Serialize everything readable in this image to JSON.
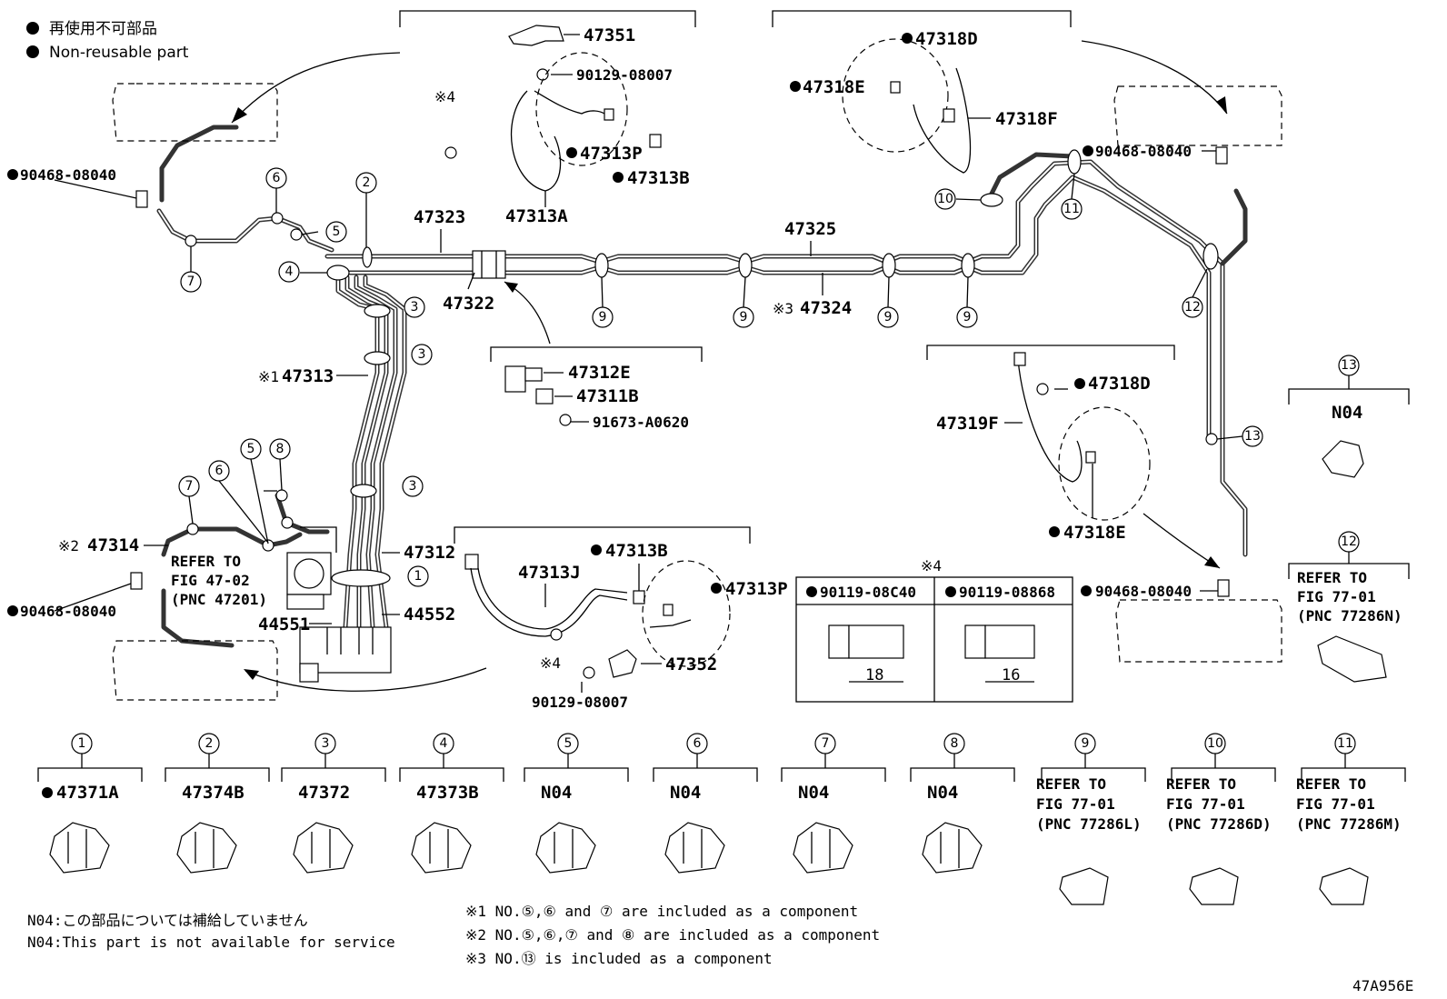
{
  "legend": {
    "line_jp": "再使用不可部品",
    "line_en": "Non-reusable part"
  },
  "labels": {
    "p47351": "47351",
    "p90129a": "90129-08007",
    "p47313P_top": "47313P",
    "p47313B_top": "47313B",
    "p47313A": "47313A",
    "mark4_top": "※4",
    "p47318D_top": "47318D",
    "p47318E_top": "47318E",
    "p47318F": "47318F",
    "p90468_tl": "90468-08040",
    "p90468_tr": "90468-08040",
    "p90468_bl": "90468-08040",
    "p90468_br": "90468-08040",
    "p47323": "47323",
    "p47325": "47325",
    "p47322": "47322",
    "p47324": "47324",
    "mark3": "※3",
    "p47312E": "47312E",
    "p47311B": "47311B",
    "p91673": "91673-A0620",
    "p47313": "47313",
    "mark1": "※1",
    "p47319F": "47319F",
    "p47318D_mid": "47318D",
    "p47318E_mid": "47318E",
    "p47314": "47314",
    "mark2": "※2",
    "refer_a_1": "REFER TO",
    "refer_a_2": "FIG 47-02",
    "refer_a_3": "(PNC 47201)",
    "p47312": "47312",
    "p44551": "44551",
    "p44552": "44552",
    "p47313J": "47313J",
    "p47313B_mid": "47313B",
    "p47313P_mid": "47313P",
    "mark4_mid": "※4",
    "p47352": "47352",
    "p90129b": "90129-08007",
    "mark4_box": "※4",
    "bolt1_pn": "90119-08C40",
    "bolt2_pn": "90119-08868",
    "bolt1_len": "18",
    "bolt2_len": "16",
    "n04_13": "N04",
    "refer_12_1": "REFER TO",
    "refer_12_2": "FIG 77-01",
    "refer_12_3": "(PNC 77286N)",
    "diagram_code": "47A956E"
  },
  "callouts": [
    "1",
    "2",
    "3",
    "3",
    "3",
    "3",
    "4",
    "5",
    "5",
    "6",
    "6",
    "7",
    "7",
    "8",
    "9",
    "9",
    "9",
    "9",
    "10",
    "11",
    "12",
    "13"
  ],
  "bottom_parts": [
    {
      "num": "1",
      "l1": "47371A",
      "l2": "",
      "l3": "",
      "dot": true
    },
    {
      "num": "2",
      "l1": "47374B",
      "l2": "",
      "l3": "",
      "dot": false
    },
    {
      "num": "3",
      "l1": "47372",
      "l2": "",
      "l3": "",
      "dot": false
    },
    {
      "num": "4",
      "l1": "47373B",
      "l2": "",
      "l3": "",
      "dot": false
    },
    {
      "num": "5",
      "l1": "N04",
      "l2": "",
      "l3": "",
      "dot": false
    },
    {
      "num": "6",
      "l1": "N04",
      "l2": "",
      "l3": "",
      "dot": false
    },
    {
      "num": "7",
      "l1": "N04",
      "l2": "",
      "l3": "",
      "dot": false
    },
    {
      "num": "8",
      "l1": "N04",
      "l2": "",
      "l3": "",
      "dot": false
    },
    {
      "num": "9",
      "l1": "REFER TO",
      "l2": "FIG 77-01",
      "l3": "(PNC 77286L)",
      "dot": false
    },
    {
      "num": "10",
      "l1": "REFER TO",
      "l2": "FIG 77-01",
      "l3": "(PNC 77286D)",
      "dot": false
    },
    {
      "num": "11",
      "l1": "REFER TO",
      "l2": "FIG 77-01",
      "l3": "(PNC 77286M)",
      "dot": false
    }
  ],
  "notes": {
    "n04_jp": "N04:この部品については補給していません",
    "n04_en": "N04:This part is not available for service",
    "foot1": "※1 NO.⑤,⑥ and ⑦ are included as a component",
    "foot2": "※2 NO.⑤,⑥,⑦ and ⑧ are included as a component",
    "foot3": "※3 NO.⑬ is included as a component"
  }
}
